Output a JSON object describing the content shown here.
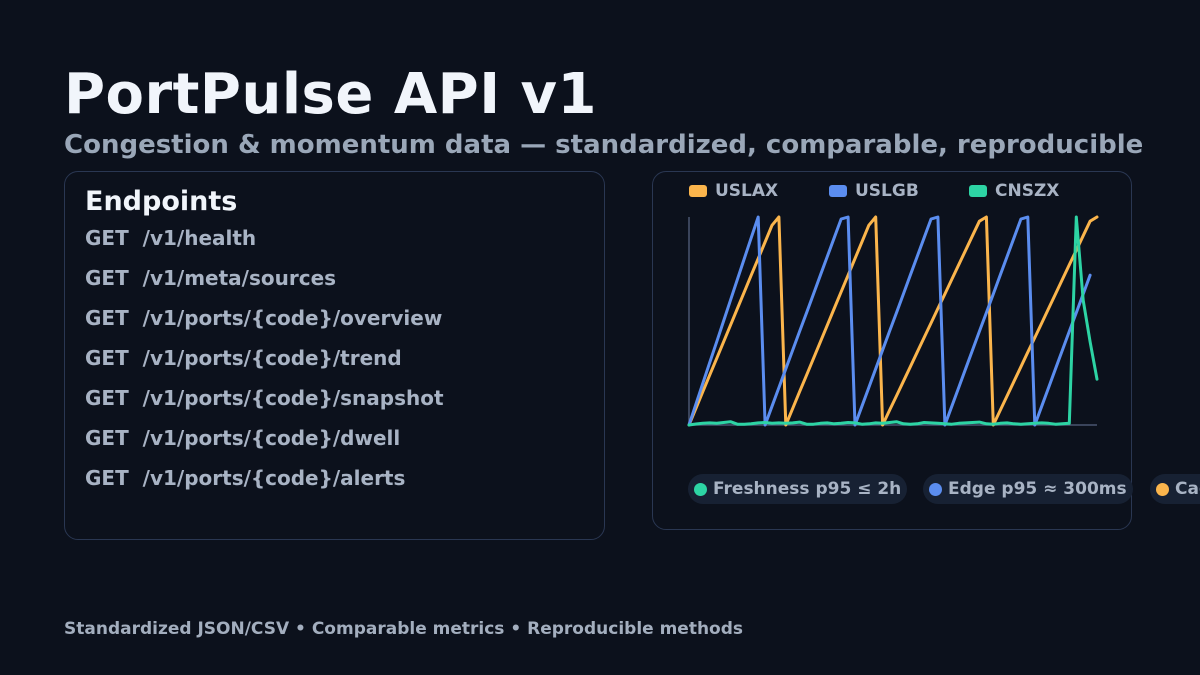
{
  "header": {
    "title": "PortPulse API v1",
    "subtitle": "Congestion & momentum data — standardized, comparable, reproducible"
  },
  "endpoints": {
    "heading": "Endpoints",
    "items": [
      "GET  /v1/health",
      "GET  /v1/meta/sources",
      "GET  /v1/ports/{code}/overview",
      "GET  /v1/ports/{code}/trend",
      "GET  /v1/ports/{code}/snapshot",
      "GET  /v1/ports/{code}/dwell",
      "GET  /v1/ports/{code}/alerts"
    ]
  },
  "badges": [
    {
      "label": "Freshness p95 ≤ 2h",
      "color": "#2dd4a4"
    },
    {
      "label": "Edge p95 ≈ 300ms",
      "color": "#5b8def"
    },
    {
      "label": "Cache",
      "color": "#fbb54c"
    }
  ],
  "footer": {
    "text": "Standardized JSON/CSV • Comparable metrics • Reproducible methods"
  },
  "chart_data": {
    "type": "line",
    "title": "",
    "xlabel": "",
    "ylabel": "",
    "x": [
      0,
      1,
      2,
      3,
      4,
      5,
      6,
      7,
      8,
      9,
      10,
      11,
      12,
      13,
      14,
      15,
      16,
      17,
      18,
      19,
      20,
      21,
      22,
      23,
      24,
      25,
      26,
      27,
      28,
      29,
      30,
      31,
      32,
      33,
      34,
      35,
      36,
      37,
      38,
      39,
      40,
      41,
      42,
      43,
      44,
      45,
      46,
      47,
      48,
      49,
      50,
      51,
      52,
      53,
      54,
      55,
      56,
      57,
      58,
      59
    ],
    "ylim": [
      0,
      1
    ],
    "grid": false,
    "legend": "top",
    "series": [
      {
        "name": "USLAX",
        "color": "#fbb54c",
        "values": [
          0,
          0.08,
          0.16,
          0.24,
          0.32,
          0.4,
          0.48,
          0.56,
          0.64,
          0.72,
          0.8,
          0.88,
          0.96,
          1,
          0,
          0.08,
          0.16,
          0.24,
          0.32,
          0.4,
          0.48,
          0.56,
          0.64,
          0.72,
          0.8,
          0.88,
          0.96,
          1,
          0,
          0.07,
          0.14,
          0.21,
          0.28,
          0.35,
          0.42,
          0.49,
          0.56,
          0.63,
          0.7,
          0.77,
          0.84,
          0.91,
          0.98,
          1,
          0,
          0.07,
          0.14,
          0.21,
          0.28,
          0.35,
          0.42,
          0.49,
          0.56,
          0.63,
          0.7,
          0.77,
          0.84,
          0.91,
          0.98,
          1
        ]
      },
      {
        "name": "USLGB",
        "color": "#5b8def",
        "values": [
          0,
          0.1,
          0.2,
          0.3,
          0.4,
          0.5,
          0.6,
          0.7,
          0.8,
          0.9,
          1,
          0,
          0.09,
          0.18,
          0.27,
          0.36,
          0.45,
          0.54,
          0.63,
          0.72,
          0.81,
          0.9,
          0.99,
          1,
          0,
          0.09,
          0.18,
          0.27,
          0.36,
          0.45,
          0.54,
          0.63,
          0.72,
          0.81,
          0.9,
          0.99,
          1,
          0,
          0.09,
          0.18,
          0.27,
          0.36,
          0.45,
          0.54,
          0.63,
          0.72,
          0.81,
          0.9,
          0.99,
          1,
          0,
          0.09,
          0.18,
          0.27,
          0.36,
          0.45,
          0.54,
          0.63,
          0.72
        ]
      },
      {
        "name": "CNSZX",
        "color": "#2dd4a4",
        "values": [
          0,
          0.005,
          0.008,
          0.01,
          0.008,
          0.012,
          0.016,
          0.004,
          0.004,
          0.006,
          0.01,
          0.012,
          0.008,
          0.01,
          0.008,
          0.01,
          0.014,
          0.004,
          0.004,
          0.008,
          0.01,
          0.006,
          0.008,
          0.012,
          0.01,
          0.004,
          0.006,
          0.01,
          0.008,
          0.012,
          0.016,
          0.006,
          0.004,
          0.006,
          0.012,
          0.01,
          0.008,
          0.006,
          0.004,
          0.008,
          0.01,
          0.012,
          0.014,
          0.006,
          0.004,
          0.008,
          0.01,
          0.006,
          0.004,
          0.006,
          0.008,
          0.01,
          0.008,
          0.004,
          0.006,
          0.008,
          1,
          0.6,
          0.4,
          0.22
        ]
      }
    ]
  }
}
